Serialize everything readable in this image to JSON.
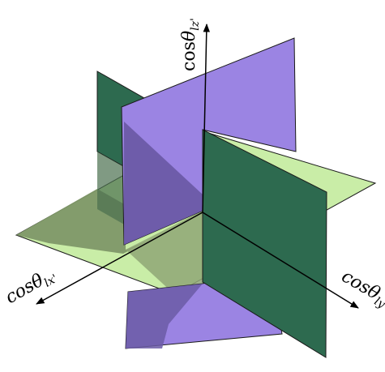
{
  "diagram": {
    "colors": {
      "green_plane": "#c9eda7",
      "green_plane_shadow": "#7f9868",
      "dark_green_plane": "#2d6a4f",
      "purple_plane": "#9b84e3",
      "purple_plane_shadow": "#6b5aa6",
      "edge": "#1a1a1a",
      "axis": "#000000"
    },
    "axes": {
      "z": {
        "prefix": "cos",
        "theta": "θ",
        "subscript": "lz'"
      },
      "x": {
        "prefix": "cos",
        "theta": "θ",
        "subscript": "lx'"
      },
      "y": {
        "prefix": "cos",
        "theta": "θ",
        "subscript": "ly'"
      }
    }
  }
}
